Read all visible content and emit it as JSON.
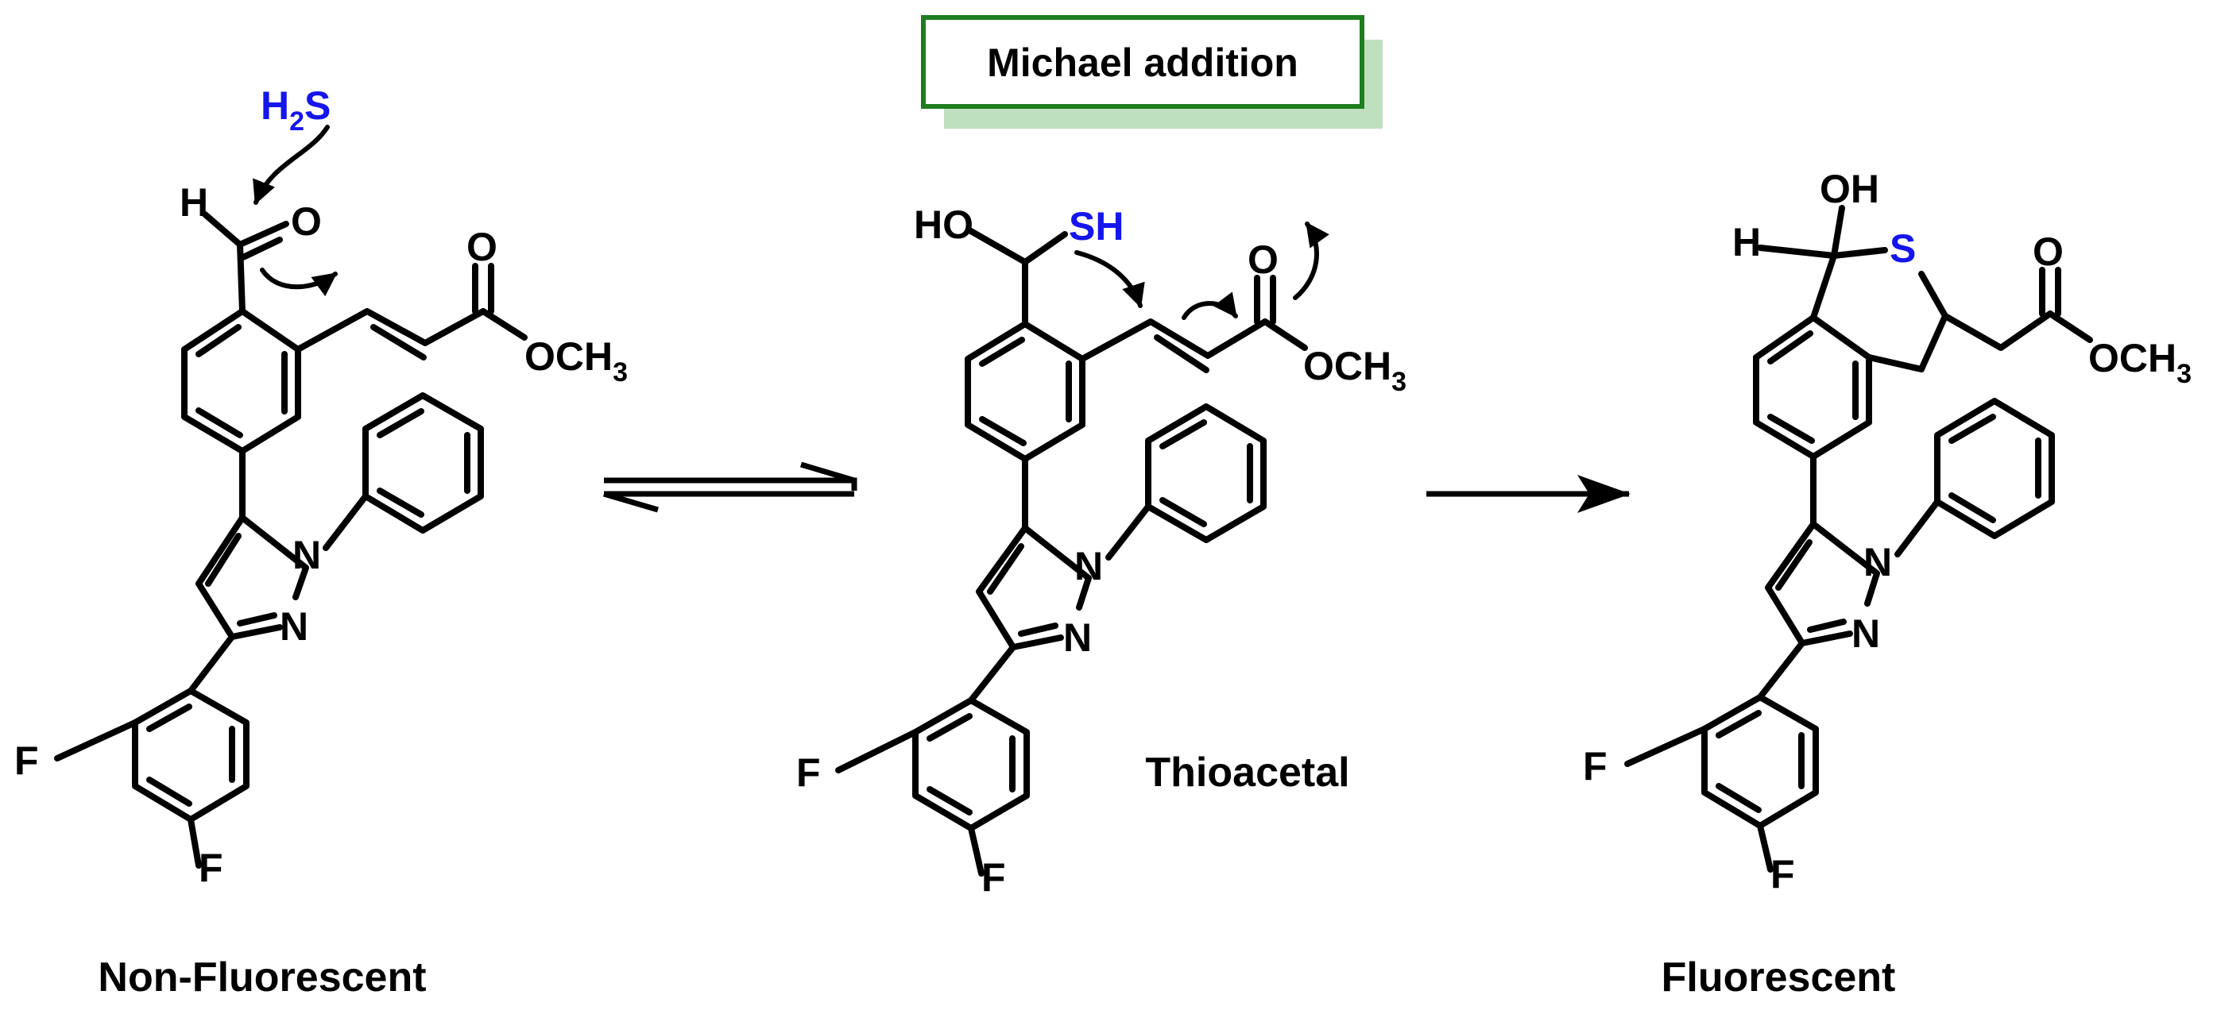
{
  "reaction_label": "Michael addition",
  "reagent": {
    "main": "H",
    "sub": "2",
    "tail": "S"
  },
  "structures": {
    "left": {
      "caption": "Non-Fluorescent",
      "atoms": {
        "aldehyde_h": "H",
        "aldehyde_o": "O",
        "ester_o": "O",
        "methoxy": "OCH",
        "methoxy_sub": "3",
        "n1": "N",
        "n2": "N",
        "f1": "F",
        "f2": "F"
      }
    },
    "middle": {
      "caption": "Thioacetal",
      "atoms": {
        "ho": "HO",
        "sh": "SH",
        "ester_o": "O",
        "methoxy": "OCH",
        "methoxy_sub": "3",
        "n1": "N",
        "n2": "N",
        "f1": "F",
        "f2": "F"
      }
    },
    "right": {
      "caption": "Fluorescent",
      "atoms": {
        "oh": "OH",
        "h": "H",
        "s": "S",
        "ester_o": "O",
        "methoxy": "OCH",
        "methoxy_sub": "3",
        "n1": "N",
        "n2": "N",
        "f1": "F",
        "f2": "F"
      }
    }
  },
  "colors": {
    "heteroatom_highlight": "#1515ee",
    "box_border": "#1e7d1e",
    "box_shadow": "#bfe0bf",
    "ink": "#000000"
  }
}
